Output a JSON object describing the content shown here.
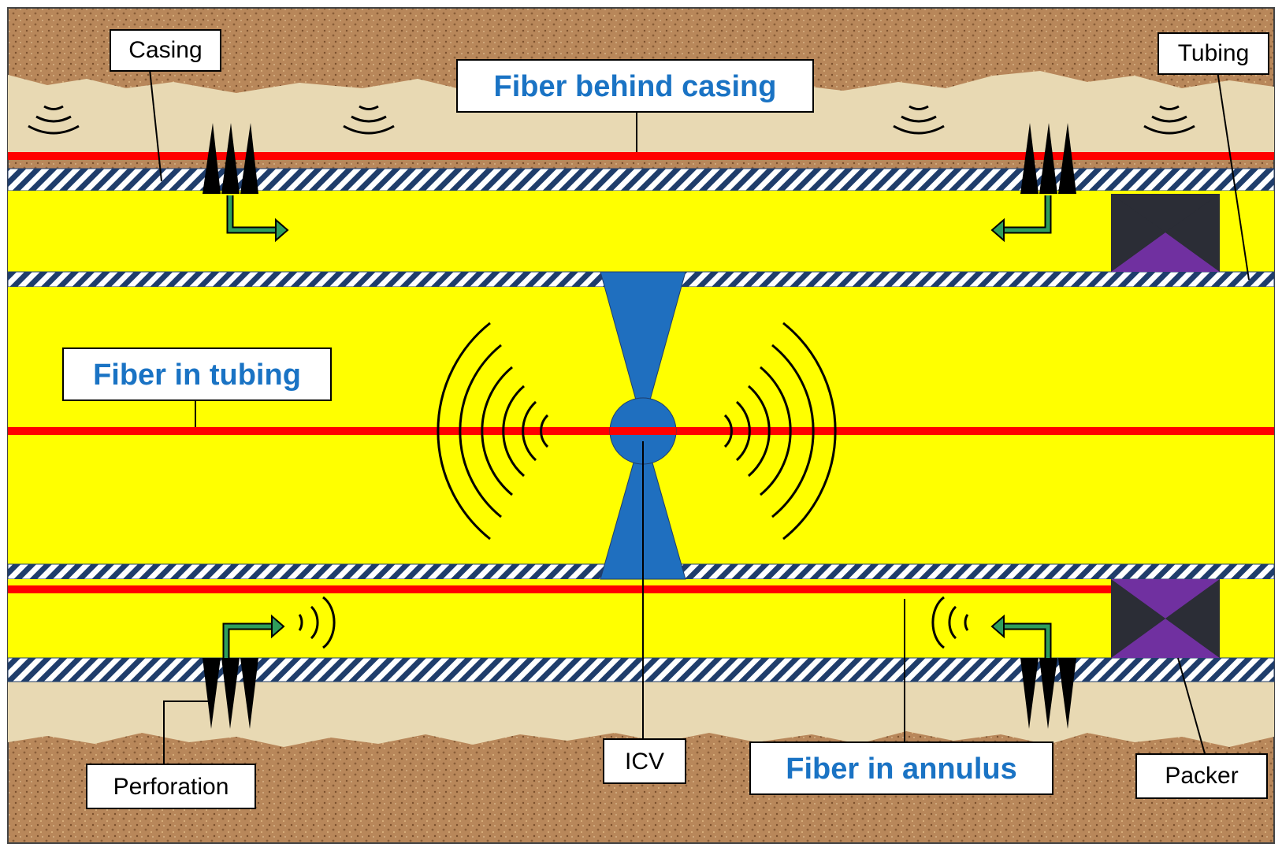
{
  "labels": {
    "casing": "Casing",
    "tubing": "Tubing",
    "fiber_behind_casing": "Fiber behind casing",
    "fiber_in_tubing": "Fiber in tubing",
    "icv": "ICV",
    "fiber_in_annulus": "Fiber in annulus",
    "perforation": "Perforation",
    "packer": "Packer"
  },
  "colors": {
    "rock": "#b8875a",
    "formation": "#e8d9b3",
    "fluid": "#ffff00",
    "fiber": "#ff0000",
    "pipe_stripe": "#1f3d6b",
    "packer_dark": "#2b2d36",
    "packer_purple": "#7030a0",
    "icv": "#1f6fbf",
    "flow_arrow": "#2f9e5b",
    "blue_text": "#1a73c4"
  },
  "icons": {
    "sound_wave": "concentric-arcs",
    "perforation_charge": "black-spike",
    "flow": "bent-arrow"
  }
}
